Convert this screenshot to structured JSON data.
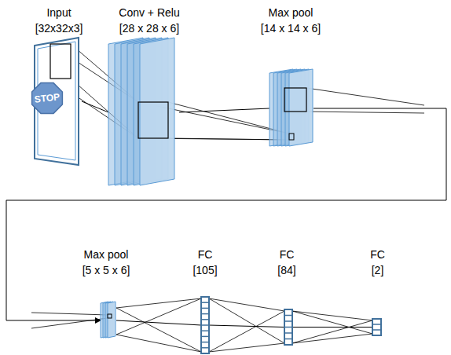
{
  "diagram": {
    "nodes": [
      {
        "text": [
          "Input",
          "[32x32x3]"
        ]
      },
      {
        "text": [
          "Conv + Relu",
          "[28 x 28 x 6]"
        ]
      },
      {
        "text": [
          "Max pool",
          "[14 x 14 x 6]"
        ]
      },
      {
        "text": [
          "Max pool",
          "[5 x 5 x 6]"
        ]
      },
      {
        "text": [
          "FC",
          "[105]"
        ]
      },
      {
        "text": [
          "FC",
          "[84]"
        ]
      },
      {
        "text": [
          "FC",
          "[2]"
        ]
      }
    ],
    "edges": [
      {
        "from": 0,
        "to": 1,
        "arrow": "none"
      },
      {
        "from": 1,
        "to": 2,
        "arrow": "none"
      },
      {
        "from": 2,
        "to": 3,
        "arrow": "to"
      },
      {
        "from": 3,
        "to": 4,
        "arrow": "none"
      },
      {
        "from": 4,
        "to": 5,
        "arrow": "none"
      },
      {
        "from": 5,
        "to": 6,
        "arrow": "none"
      }
    ],
    "labels": [
      "STOP"
    ]
  }
}
